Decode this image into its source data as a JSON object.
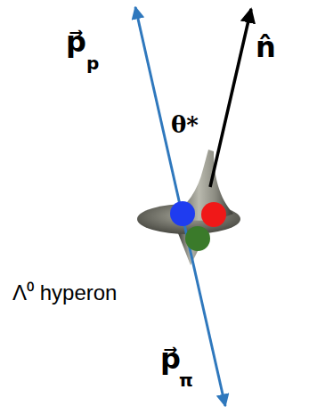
{
  "diagram": {
    "labels": [
      "p⃗",
      "p",
      "n̂",
      "θ*",
      "Λ⁰ hyperon",
      "p⃗",
      "π"
    ]
  }
}
